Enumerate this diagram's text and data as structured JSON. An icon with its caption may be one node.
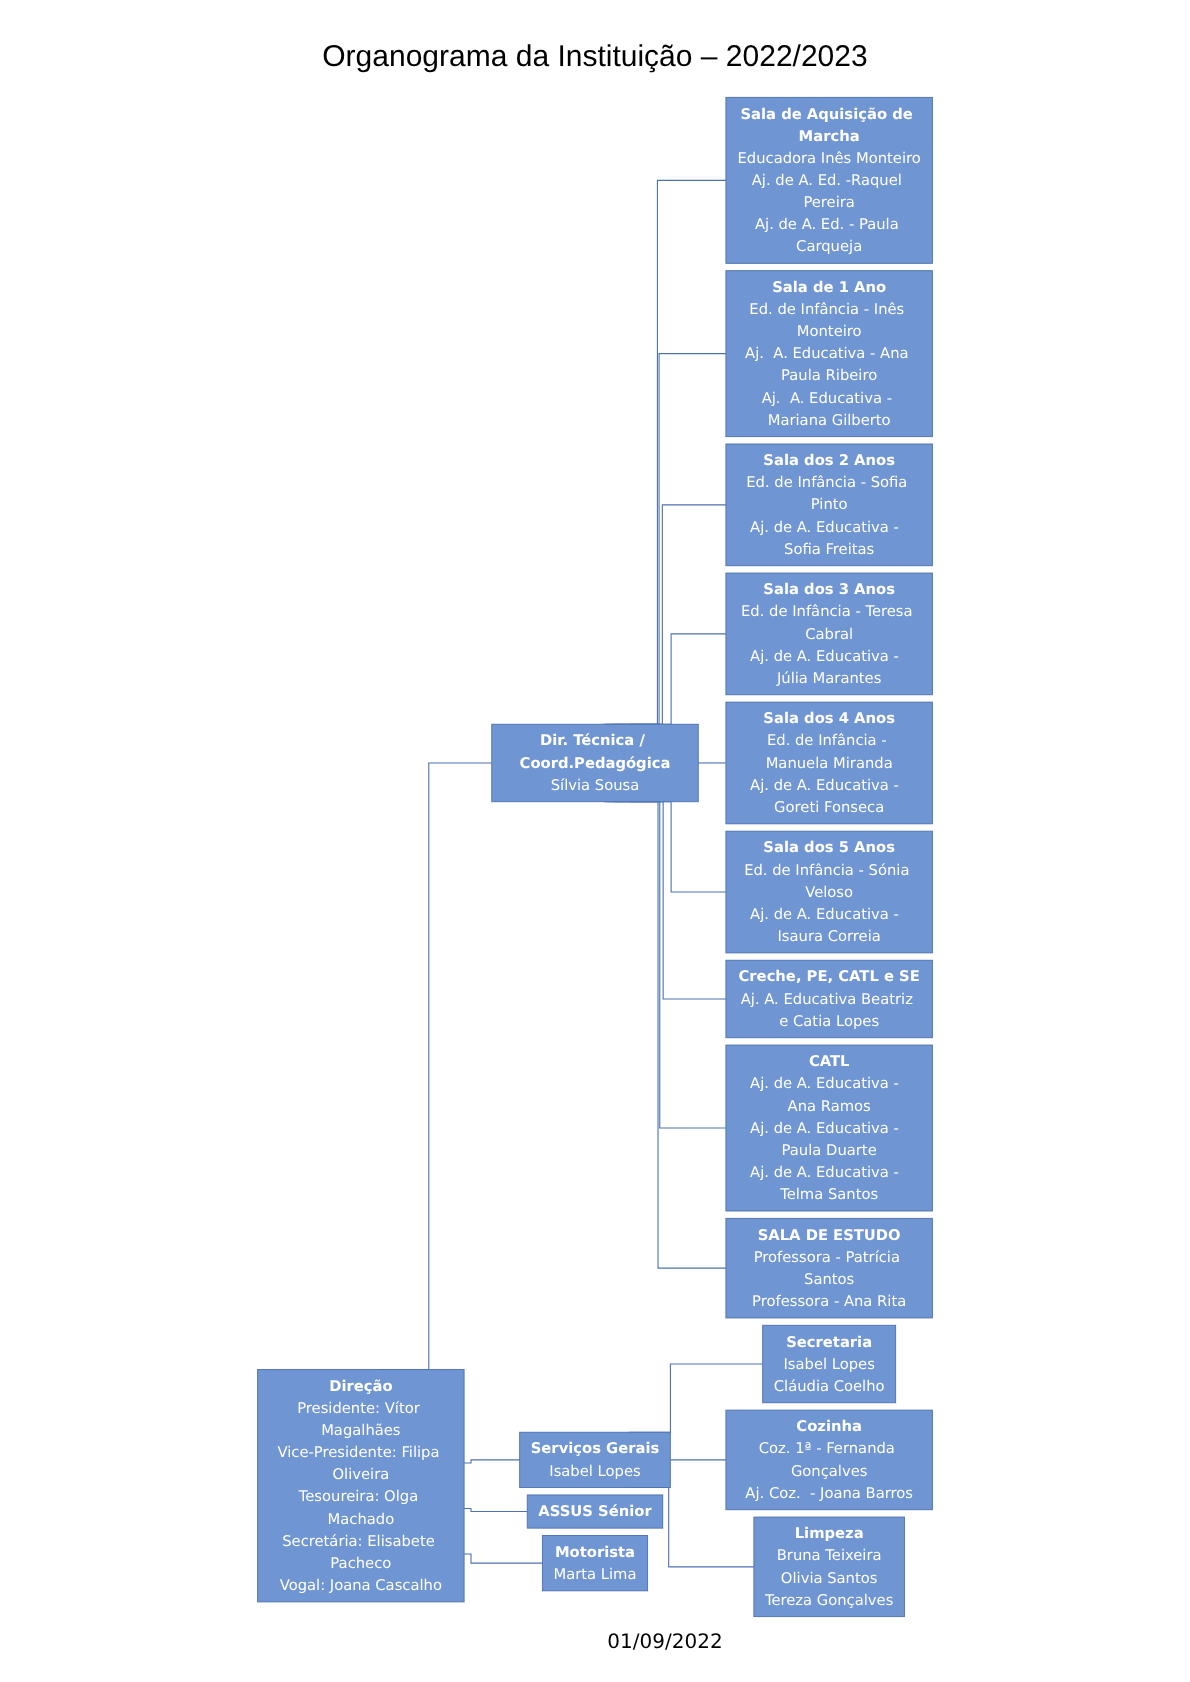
{
  "diagram": {
    "title": "Organograma da Instituição – 2022/2023",
    "nodes": [
      {
        "text": [
          "Direção",
          "Presidente: Vítor Magalhães",
          "Vice-Presidente: Filipa Oliveira",
          "Tesoureira: Olga Machado",
          "Secretária: Elisabete Pacheco",
          "Vogal: Joana Cascalho"
        ]
      },
      {
        "text": [
          "Dir. Técnica / Coord.Pedagógica",
          "Sílvia Sousa"
        ]
      },
      {
        "text": [
          "Serviços Gerais",
          "Isabel Lopes"
        ]
      },
      {
        "text": [
          "ASSUS Sénior"
        ]
      },
      {
        "text": [
          "Motorista",
          "Marta Lima"
        ]
      },
      {
        "text": [
          "Sala de Aquisição de Marcha",
          "Educadora Inês Monteiro",
          "Aj. de A. Ed. -Raquel Pereira",
          "Aj. de A. Ed. - Paula Carqueja"
        ]
      },
      {
        "text": [
          "Sala de 1 Ano",
          "Ed. de Infância - Inês Monteiro",
          "Aj.  A. Educativa - Ana Paula Ribeiro",
          "Aj.  A. Educativa - Mariana Gilberto"
        ]
      },
      {
        "text": [
          "Sala dos 2 Anos",
          "Ed. de Infância - Sofia Pinto",
          "Aj. de A. Educativa -  Sofia Freitas"
        ]
      },
      {
        "text": [
          "Sala dos 3 Anos",
          "Ed. de Infância - Teresa Cabral",
          "Aj. de A. Educativa -  Júlia Marantes"
        ]
      },
      {
        "text": [
          "Sala dos 4 Anos",
          "Ed. de Infância - Manuela Miranda",
          "Aj. de A. Educativa -  Goreti Fonseca"
        ]
      },
      {
        "text": [
          "Sala dos 5 Anos",
          "Ed. de Infância - Sónia Veloso",
          "Aj. de A. Educativa -  Isaura Correia"
        ]
      },
      {
        "text": [
          "Creche, PE, CATL e SE",
          "Aj. A. Educativa Beatriz e Catia Lopes"
        ]
      },
      {
        "text": [
          "CATL",
          "Aj. de A. Educativa -  Ana Ramos",
          "Aj. de A. Educativa -  Paula Duarte",
          "Aj. de A. Educativa -  Telma Santos"
        ]
      },
      {
        "text": [
          "SALA DE ESTUDO",
          "Professora - Patrícia Santos",
          "Professora - Ana Rita"
        ]
      },
      {
        "text": [
          "Secretaria",
          "Isabel Lopes",
          "Cláudia Coelho"
        ]
      },
      {
        "text": [
          "Cozinha",
          "Coz. 1ª - Fernanda Gonçalves",
          "Aj. Coz.  - Joana Barros"
        ]
      },
      {
        "text": [
          "Limpeza",
          "Bruna Teixeira",
          "Olivia Santos",
          "Tereza Gonçalves"
        ]
      }
    ],
    "edges": [
      {
        "from": 0,
        "to": 1,
        "arrow": "none"
      },
      {
        "from": 0,
        "to": 2,
        "arrow": "none"
      },
      {
        "from": 0,
        "to": 3,
        "arrow": "none"
      },
      {
        "from": 0,
        "to": 4,
        "arrow": "none"
      },
      {
        "from": 1,
        "to": 5,
        "arrow": "none"
      },
      {
        "from": 1,
        "to": 6,
        "arrow": "none"
      },
      {
        "from": 1,
        "to": 7,
        "arrow": "none"
      },
      {
        "from": 1,
        "to": 8,
        "arrow": "none"
      },
      {
        "from": 1,
        "to": 9,
        "arrow": "none"
      },
      {
        "from": 1,
        "to": 10,
        "arrow": "none"
      },
      {
        "from": 1,
        "to": 11,
        "arrow": "none"
      },
      {
        "from": 1,
        "to": 12,
        "arrow": "none"
      },
      {
        "from": 1,
        "to": 13,
        "arrow": "none"
      },
      {
        "from": 2,
        "to": 14,
        "arrow": "none"
      },
      {
        "from": 2,
        "to": 15,
        "arrow": "none"
      },
      {
        "from": 2,
        "to": 16,
        "arrow": "none"
      }
    ],
    "labels": [
      "01/09/2022"
    ]
  }
}
